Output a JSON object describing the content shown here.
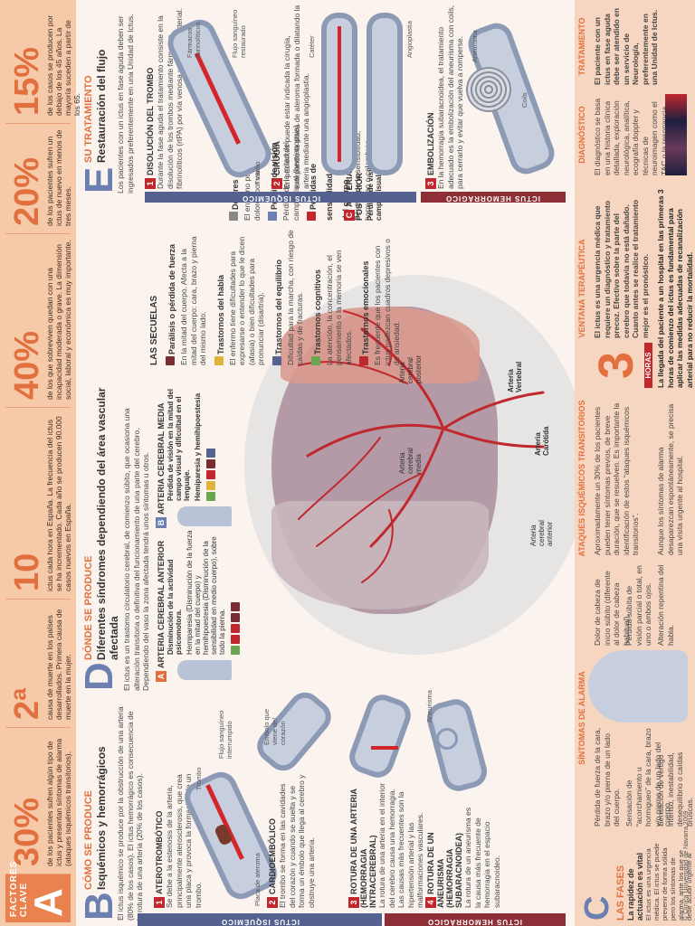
{
  "key_factors": {
    "label": "FACTORES CLAVE",
    "letter": "A",
    "stats": [
      {
        "value": "30%",
        "text": "de los pacientes sufren algún tipo de ictus y presentan síntomas de alarma (ataques isquémicos transitorios)."
      },
      {
        "value": "2ª",
        "text": "causa de muerte en los países desarrollados. Primera causa de muerte en la mujer."
      },
      {
        "value": "10",
        "text": "ictus cada hora en España. La frecuencia del ictus se ha incrementado. Cada año se producen 90.000 casos nuevos en España."
      },
      {
        "value": "40%",
        "text": "de los que sobreviven quedan con una incapacidad moderada o grave. La dimensión social, laboral y económica es muy importante."
      },
      {
        "value": "20%",
        "text": "de los pacientes sufren un ictus de nuevo en menos de tres meses."
      },
      {
        "value": "15%",
        "text": "de los casos se producen por debajo de los 45 años. La mayoría suceden a partir de los 65."
      }
    ]
  },
  "section_b": {
    "letter": "B",
    "title": "CÓMO SE PRODUCE",
    "subtitle": "Isquémicos y hemorrágicos",
    "intro": "El ictus isquémico se produce por la obstrucción de una arteria (80% de los casos). El ictus hemorrágico es consecuencia de la rotura de una arteria (20% de los casos).",
    "band_isq": "ICTUS ISQUÉMICO",
    "band_hem": "ICTUS HEMORRÁGICO",
    "items": [
      {
        "num": "1",
        "title": "ATEROTROMBÓTICO",
        "text": "Se debe a la estenosis de la arteria, principalmente aterosclerosis, que crea una placa y provoca la formación de un trombo.",
        "tags": [
          "Placa de ateroma",
          "Trombo",
          "Flujo sanguíneo interrumpido"
        ]
      },
      {
        "num": "2",
        "title": "CARDIOEMBÓLICO",
        "text": "El trombo se forma en las cavidades del corazón y cuando se suelta y se forma un émbolo que llega al cerebro y obstruye una arteria.",
        "tags": [
          "Émbolo que viene del corazón"
        ]
      },
      {
        "num": "3",
        "title": "ROTURA DE UNA ARTERIA (HEMORRAGIA INTRACEREBRAL)",
        "text": "La rotura de una arteria en el interior del cerebro causa una hemorragia. Las causas más frecuentes son la hipertensión arterial y las malformaciones vasculares.",
        "tags": []
      },
      {
        "num": "4",
        "title": "ROTURA DE UN ANEURISMA (HEMORRAGIA SUBARACNOIDEA)",
        "text": "La rotura de un aneurisma es la causa más frecuente de hemorragia en el espacio subaracnoideo.",
        "tags": [
          "Aneurisma"
        ]
      }
    ]
  },
  "section_d": {
    "letter": "D",
    "title": "DÓNDE SE PRODUCE",
    "subtitle": "Diferentes síndromes dependiendo del área vascular afectada",
    "intro": "El ictus es un trastorno circulatorio cerebral, de comienzo súbito, que ocasiona una alteración transitoria o definitiva del funcionamiento de una parte del cerebro. Dependiendo del vaso la zona afectada tendrá unos síntomas u otros.",
    "arteries": [
      {
        "letter": "A",
        "name": "ARTERIA CEREBRAL ANTERIOR",
        "symptoms": [
          "Disminución de la actividad psicomotora.",
          "Hemiparesia (Disminución de la fuerza en la mitad del cuerpo) y hemihipoestesia (Disminución de la sensibilidad en medio cuerpo), sobre todo la pierna."
        ]
      },
      {
        "letter": "B",
        "name": "ARTERIA CEREBRAL MEDIA",
        "symptoms": [
          "Pérdida de visión en la mitad del campo visual y dificultad en el lenguaje.",
          "Hemiparesia y hemihipoestesia"
        ]
      },
      {
        "letter": "C",
        "name": "ARTERIA CEREBRAL POSTERIOR",
        "symptoms": [
          "Pérdida de visión en la mitad del campo visual y diartria."
        ]
      }
    ],
    "brain_labels": [
      "Arteria cerebral anterior",
      "Arteria cerebral media",
      "Arteria cerebral posterior",
      "Arteria Carótida",
      "Arteria Vertebral"
    ]
  },
  "secuelas": {
    "title": "LAS SECUELAS",
    "items": [
      {
        "title": "Parálisis o pérdida de fuerza",
        "text": "En la mitad del cuerpo. Afecta a la mitad del cuerpo: cara, brazo y pierna del mismo lado."
      },
      {
        "title": "Trastornos del habla",
        "text": "El enfermo tiene dificultades para expresarse o entender lo que le dicen (afasia) o bien dificultades para pronunciar (disartria)."
      },
      {
        "title": "Trastornos del equilibrio",
        "text": "Dificultad para la marcha, con riesgo de caídas y de fracturas."
      },
      {
        "title": "Trastornos cognitivos",
        "text": "La atención, la concentración, el pensamiento o la memoria se ven afectados."
      },
      {
        "title": "Trastornos emocionales",
        "text": "Es frecuente que los pacientes con ictus padezcan cuadros depresivos o de ansiedad."
      },
      {
        "title": "Dolores",
        "text": "El enfermo puede sufrir dolores por varias causas."
      },
      {
        "title": "Pérdida de visión",
        "text": "Pérdida de la mitad del campo visual (hemianopsia)."
      },
      {
        "title": "Pérdidas de sensibilidad en la mitad del cuerpo",
        "text": "Pérdida de la sensibilidad, hormigueo o calambres."
      }
    ]
  },
  "section_e": {
    "letter": "E",
    "title": "SU TRATAMIENTO",
    "subtitle": "Restauración del flujo",
    "intro": "Los pacientes con un ictus en fase aguda deben ser ingresados preferentemente en una Unidad de Ictus.",
    "band_isq": "ICTUS ISQUÉMICO",
    "band_hem": "ICTUS HEMORRÁGICO",
    "items": [
      {
        "num": "1",
        "title": "DISOLUCIÓN DEL TROMBO",
        "text": "Durante la fase aguda el tratamiento consiste en la disolución de los trombos mediante fármacos fibrinolíticos (rtPA) por vía venosa y, a veces, arterial.",
        "tags": [
          "Fármacos fibrinolíticos",
          "Flujo sanguíneo restaurado",
          "Trombo"
        ]
      },
      {
        "num": "2",
        "title": "CIRUGÍA",
        "text": "En pacientes puede estar indicada la cirugía, extirpando la placa de ateroma formada o dilatando la arteria mediante una angioplastia.",
        "tags": [
          "Catéter",
          "Angioplastia"
        ]
      },
      {
        "num": "3",
        "title": "EMBOLIZACIÓN",
        "text": "En la hemorragia subaracnoidea, el tratamiento adecuado es la embolización del aneurisma con coils, para cerrarlo y evitar que vuelva a romperse.",
        "tags": [
          "Aneurisma",
          "Coils"
        ]
      }
    ]
  },
  "section_c": {
    "letter": "C",
    "title": "LAS FASES",
    "subtitle": "La rapidez de actuación es vital",
    "intro": "El ictus es una urgencia médica. El ictus se puede prevenir de forma sólida pero los síntomas de alarma, ante los que se debe acudir urgente al hospital.",
    "band_sintomas": "SÍNTOMAS DE ALARMA",
    "band_ataques": "ATAQUES ISQUÉMICOS TRANSITORIOS",
    "band_ventana": "VENTANA TERAPÉUTICA",
    "band_diag": "DIAGNÓSTICO",
    "band_trat": "TRATAMIENTO",
    "symptoms": [
      "Pérdida de fuerza de la cara, brazo y/o pierna de un lado del cuerpo.",
      "Sensación de “acorchamiento u hormigueo” de la cara, brazo y/o pierna de un lado del cuerpo.",
      "Sensación de vértigo intenso, inestabilidad, desequilibrio o caídas bruscas.",
      "Dolor de cabeza de inicio súbito (diferente al dolor de cabeza habitual).",
      "Pérdida súbita de visión parcial o total, en uno o ambos ojos.",
      "Alteración repentina del habla."
    ],
    "ataques_text": "Aproximadamente un 30% de los pacientes pueden tener síntomas previos, de breve duración, que se resuelven. Es importante la identificación de estos “ataques isquémicos transitorios”.",
    "ataques_note": "Aunque los síntomas de alarma desaparezcan espontáneamente, se precisa una visita urgente al hospital.",
    "ventana_big": "3",
    "ventana_unit": "HORAS",
    "ventana_text": "El ictus es una urgencia médica que requiere un diagnóstico y tratamiento precoz. Efectivo sobre la parte del cerebro que todavía no está dañado. Cuanto antes se realice el tratamiento mejor es el pronóstico.",
    "ventana_bold": "La llegada del paciente a un hospital en las primeras 3 horas de comienzo del ictus es fundamental para aplicar las medidas adecuadas de recanalización arterial para no reducir la mortalidad.",
    "diag_text": "El diagnóstico se basa en una historia clínica detallada, exploración neurológica, analítica, ecografía doppler y técnicas de neuroimagen como el TAC o la resonancia magnética.",
    "trat_text": "El paciente con un ictus en fase aguda debe ser atendido en un servicio de Neurología, preferentemente en una Unidad de Ictus.",
    "credit": "© Clínica Universidad de Navarra 2009"
  }
}
